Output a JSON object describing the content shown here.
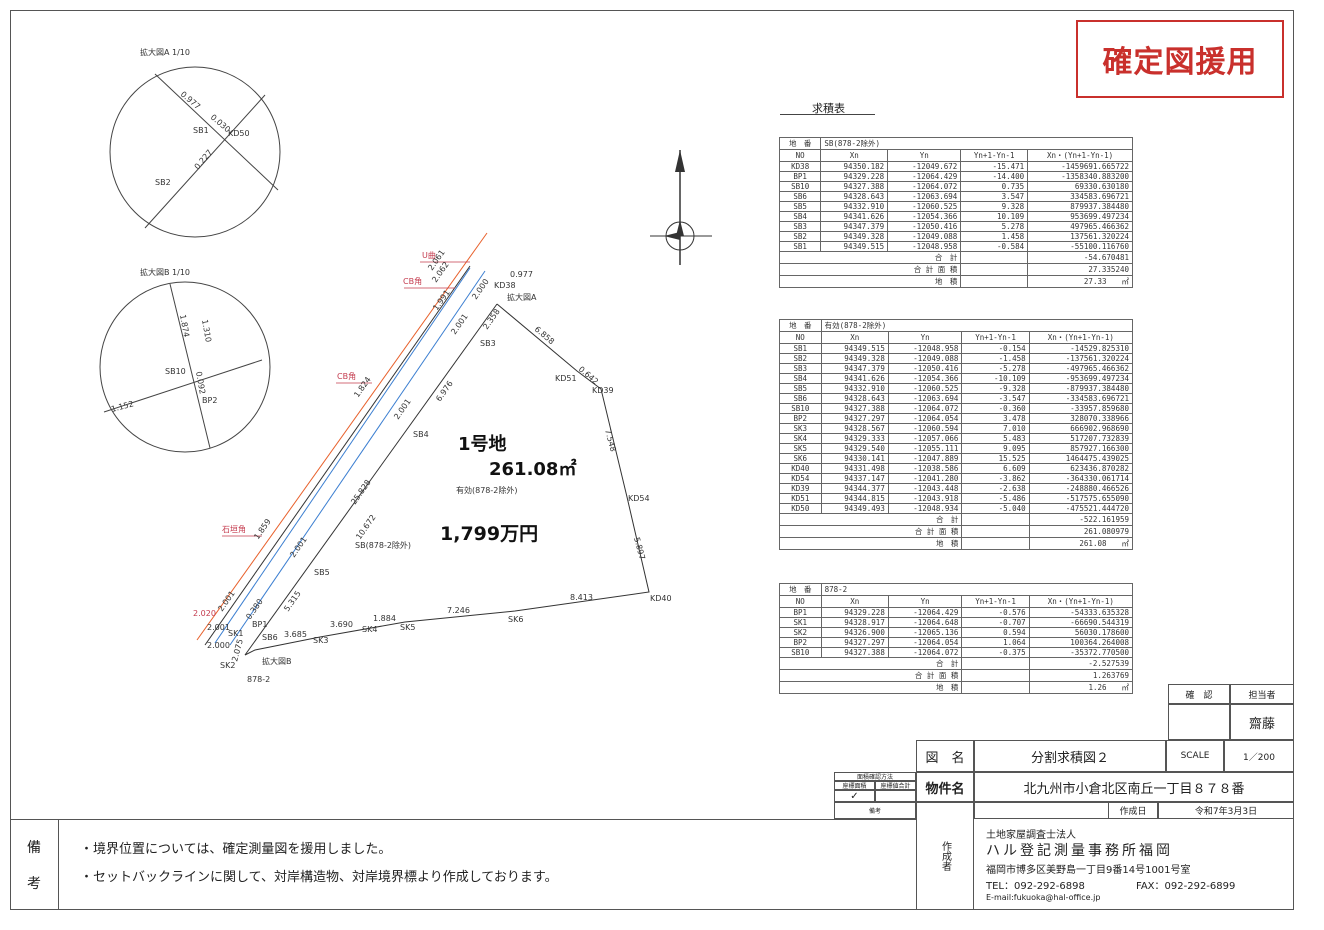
{
  "stamp": "確定図援用",
  "plan": {
    "title": "求積表",
    "enlarge_a": "拡大図A 1/10",
    "enlarge_b": "拡大図B 1/10",
    "lot_name": "1号地",
    "lot_area": "261.08㎡",
    "lot_sub": "有効(878-2除外)",
    "lot_price": "1,799万円",
    "sb_label": "SB(878-2除外)",
    "u_label": "U曲",
    "cb1": "CB角",
    "cb2": "CB角",
    "ishigaki": "石垣角",
    "points": {
      "kd38": "KD38",
      "kd50": "KD50",
      "sb1": "SB1",
      "sb2": "SB2",
      "sb3": "SB3",
      "sb4": "SB4",
      "sb5": "SB5",
      "sb6": "SB6",
      "sb10": "SB10",
      "bp1": "BP1",
      "bp2": "BP2",
      "sk1": "SK1",
      "sk2": "SK2",
      "sk3": "SK3",
      "sk4": "SK4",
      "sk5": "SK5",
      "sk6": "SK6",
      "kd39": "KD39",
      "kd40": "KD40",
      "kd51": "KD51",
      "kd54": "KD54",
      "enl_a": "拡大図A",
      "enl_b": "拡大図B",
      "lot878": "878-2"
    },
    "dims": {
      "a0977": "0.977",
      "a0030": "0.030",
      "a0227": "0.227",
      "b1874": "1.874",
      "b1310": "1.310",
      "b0092": "0.092",
      "b1152": "1.152",
      "d0977": "0.977",
      "d2061": "2.061",
      "d2062": "2.062",
      "d2000": "2.000",
      "d1991": "1.991",
      "d2001": "2.001",
      "d2358": "2.358",
      "d6858": "6.858",
      "d0642": "0.642",
      "d6976": "6.976",
      "d1824": "1.824",
      "d2001b": "2.001",
      "d25828": "25.828",
      "d7548": "7.548",
      "d10672": "10.672",
      "d1859": "1.859",
      "d2001c": "2.001",
      "d5897": "5.897",
      "d5315": "5.315",
      "d0380": "0.380",
      "d2020": "2.020",
      "d2001d": "2.001",
      "d2000b": "2.000",
      "d2001e": "2.001",
      "d2075": "2.075",
      "d3685": "3.685",
      "d3690": "3.690",
      "d1884": "1.884",
      "d7246": "7.246",
      "d8413": "8.413"
    }
  },
  "table1": {
    "lot_label": "地　番",
    "lot_value": "SB(878-2除外)",
    "headers": [
      "NO",
      "Xn",
      "Yn",
      "Yn+1-Yn-1",
      "Xn・(Yn+1-Yn-1)"
    ],
    "rows": [
      [
        "KD38",
        "94350.182",
        "-12049.672",
        "-15.471",
        "-1459691.665722"
      ],
      [
        "BP1",
        "94329.228",
        "-12064.429",
        "-14.400",
        "-1358340.883200"
      ],
      [
        "SB10",
        "94327.388",
        "-12064.072",
        "0.735",
        "69330.630180"
      ],
      [
        "SB6",
        "94328.643",
        "-12063.694",
        "3.547",
        "334583.696721"
      ],
      [
        "SB5",
        "94332.910",
        "-12060.525",
        "9.328",
        "879937.384480"
      ],
      [
        "SB4",
        "94341.626",
        "-12054.366",
        "10.109",
        "953699.497234"
      ],
      [
        "SB3",
        "94347.379",
        "-12050.416",
        "5.278",
        "497965.466362"
      ],
      [
        "SB2",
        "94349.328",
        "-12049.088",
        "1.458",
        "137561.320224"
      ],
      [
        "SB1",
        "94349.515",
        "-12048.958",
        "-0.584",
        "-55100.116760"
      ]
    ],
    "sum_label": "合　計",
    "sum_value": "-54.670481",
    "double_label": "合 計 面 積",
    "double_value": "27.335240",
    "area_label": "地　積",
    "area_value": "27.33",
    "area_unit": "㎡"
  },
  "table2": {
    "lot_label": "地　番",
    "lot_value": "有効(878-2除外)",
    "headers": [
      "NO",
      "Xn",
      "Yn",
      "Yn+1-Yn-1",
      "Xn・(Yn+1-Yn-1)"
    ],
    "rows": [
      [
        "SB1",
        "94349.515",
        "-12048.958",
        "-0.154",
        "-14529.825310"
      ],
      [
        "SB2",
        "94349.328",
        "-12049.088",
        "-1.458",
        "-137561.320224"
      ],
      [
        "SB3",
        "94347.379",
        "-12050.416",
        "-5.278",
        "-497965.466362"
      ],
      [
        "SB4",
        "94341.626",
        "-12054.366",
        "-10.109",
        "-953699.497234"
      ],
      [
        "SB5",
        "94332.910",
        "-12060.525",
        "-9.328",
        "-879937.384480"
      ],
      [
        "SB6",
        "94328.643",
        "-12063.694",
        "-3.547",
        "-334583.696721"
      ],
      [
        "SB10",
        "94327.388",
        "-12064.072",
        "-0.360",
        "-33957.859680"
      ],
      [
        "BP2",
        "94327.297",
        "-12064.054",
        "3.478",
        "328070.338966"
      ],
      [
        "SK3",
        "94328.567",
        "-12060.594",
        "7.010",
        "666902.968690"
      ],
      [
        "SK4",
        "94329.333",
        "-12057.066",
        "5.483",
        "517207.732839"
      ],
      [
        "SK5",
        "94329.540",
        "-12055.111",
        "9.095",
        "857927.166300"
      ],
      [
        "SK6",
        "94330.141",
        "-12047.889",
        "15.525",
        "1464475.439025"
      ],
      [
        "KD40",
        "94331.498",
        "-12038.586",
        "6.609",
        "623436.870282"
      ],
      [
        "KD54",
        "94337.147",
        "-12041.280",
        "-3.862",
        "-364330.061714"
      ],
      [
        "KD39",
        "94344.377",
        "-12043.448",
        "-2.638",
        "-248880.466526"
      ],
      [
        "KD51",
        "94344.815",
        "-12043.918",
        "-5.486",
        "-517575.655090"
      ],
      [
        "KD50",
        "94349.493",
        "-12048.934",
        "-5.040",
        "-475521.444720"
      ]
    ],
    "sum_label": "合　計",
    "sum_value": "-522.161959",
    "double_label": "合 計 面 積",
    "double_value": "261.080979",
    "area_label": "地　積",
    "area_value": "261.08",
    "area_unit": "㎡"
  },
  "table3": {
    "lot_label": "地　番",
    "lot_value": "878-2",
    "headers": [
      "NO",
      "Xn",
      "Yn",
      "Yn+1-Yn-1",
      "Xn・(Yn+1-Yn-1)"
    ],
    "rows": [
      [
        "BP1",
        "94329.228",
        "-12064.429",
        "-0.576",
        "-54333.635328"
      ],
      [
        "SK1",
        "94328.917",
        "-12064.648",
        "-0.707",
        "-66690.544319"
      ],
      [
        "SK2",
        "94326.900",
        "-12065.136",
        "0.594",
        "56030.178600"
      ],
      [
        "BP2",
        "94327.297",
        "-12064.054",
        "1.064",
        "100364.264008"
      ],
      [
        "SB10",
        "94327.388",
        "-12064.072",
        "-0.375",
        "-35372.770500"
      ]
    ],
    "sum_label": "合　計",
    "sum_value": "-2.527539",
    "double_label": "合 計 面 積",
    "double_value": "1.263769",
    "area_label": "地　積",
    "area_value": "1.26",
    "area_unit": "㎡"
  },
  "title_block": {
    "confirm": "確　認",
    "charge": "担当者",
    "person": "齋藤",
    "drawing_name_label": "図　名",
    "drawing_name": "分割求積図２",
    "scale_label": "SCALE",
    "scale": "1／200",
    "property_label": "物件名",
    "property": "北九州市小倉北区南丘一丁目８７８番",
    "date_label": "作成日",
    "date": "令和7年3月3日",
    "author_label": "作成者",
    "company_type": "土地家屋調査士法人",
    "company": "ハル登記測量事務所福岡",
    "address": "福岡市博多区美野島一丁目9番14号1001号室",
    "tel": "TEL：092-292-6898",
    "fax": "FAX：092-292-6899",
    "email": "E-mail:fukuoka@hal-office.jp",
    "check_title": "面積確認方法",
    "check1": "座標面積",
    "check2": "座標値合計",
    "check_note": "備考",
    "check_mark": "✓"
  },
  "remarks": {
    "head1": "備",
    "head2": "考",
    "line1": "・境界位置については、確定測量図を援用しました。",
    "line2": "・セットバックラインに関して、対岸構造物、対岸境界標より作成しております。"
  }
}
